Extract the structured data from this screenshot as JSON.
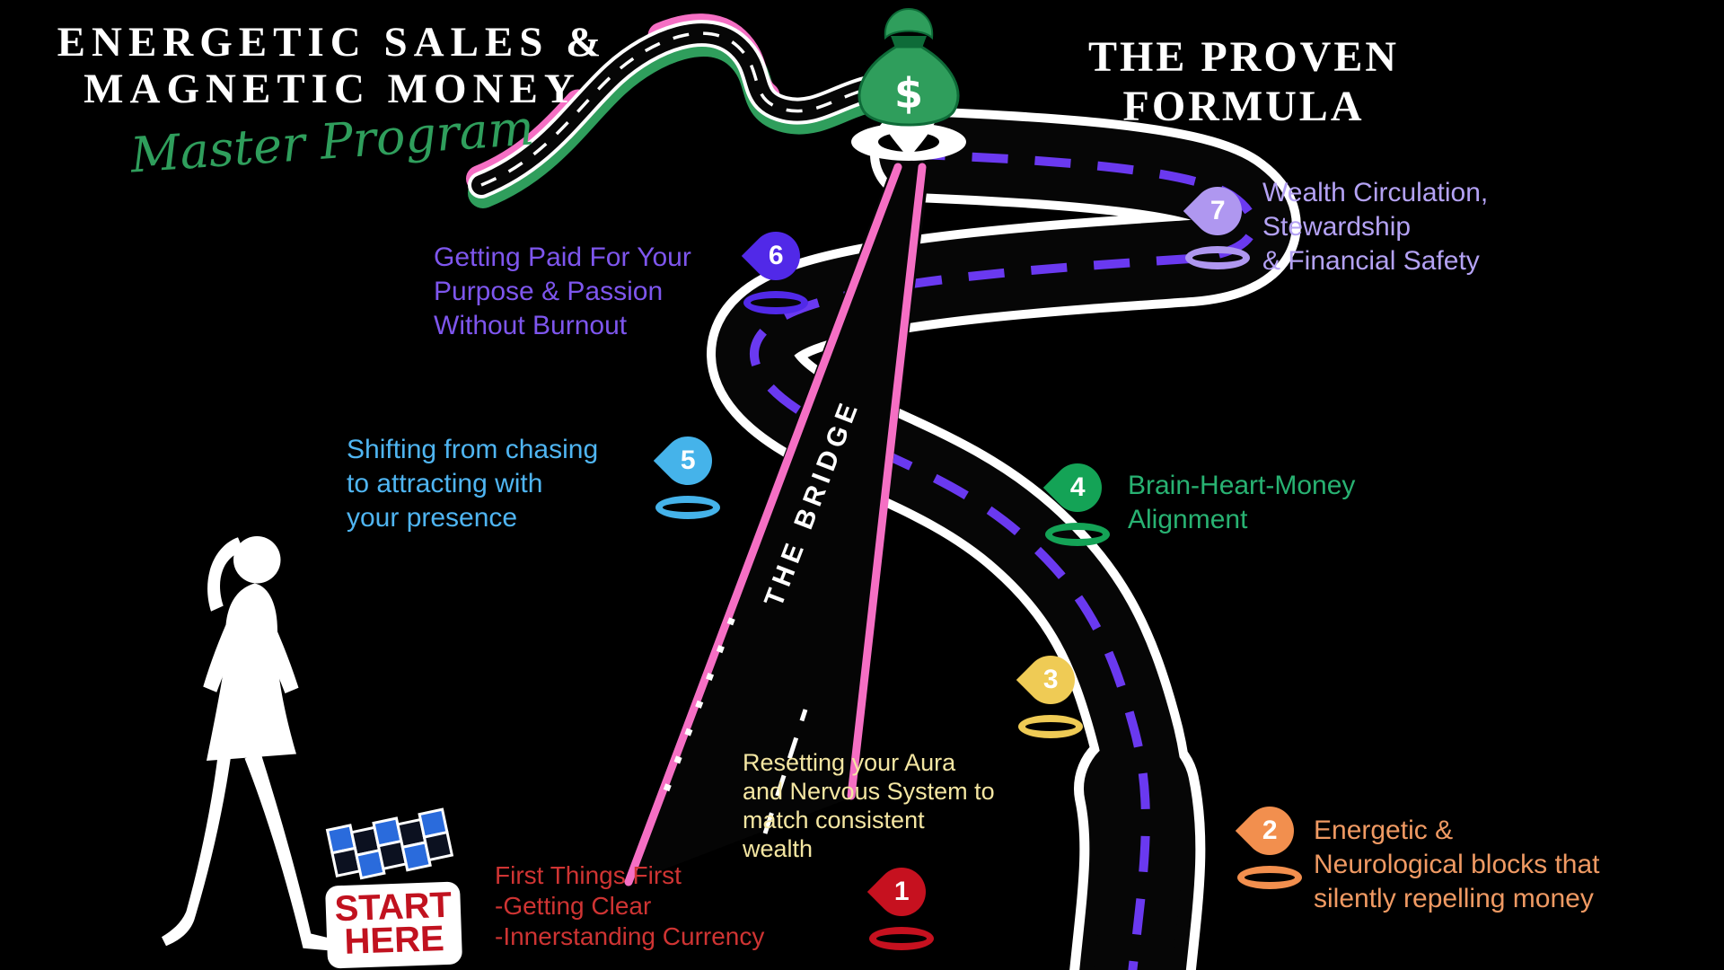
{
  "header": {
    "title_line1": "ENERGETIC SALES &",
    "title_line2": "MAGNETIC MONEY",
    "subtitle": "Master Program",
    "formula_title": "THE PROVEN FORMULA"
  },
  "bridge": {
    "label": "THE BRIDGE"
  },
  "start_badge": {
    "line1": "START",
    "line2": "HERE"
  },
  "money_bag": {
    "symbol": "$"
  },
  "milestones": [
    {
      "number": "1",
      "pin_color": "#c6111f",
      "text_color": "#cf3433",
      "lines": [
        "First Things First",
        "-Getting Clear",
        "-Innerstanding Currency"
      ]
    },
    {
      "number": "2",
      "pin_color": "#f28f4e",
      "text_color": "#f09a63",
      "lines": [
        "Energetic &",
        "Neurological blocks that",
        "silently repelling money"
      ]
    },
    {
      "number": "3",
      "pin_color": "#efcb55",
      "text_color": "#f4e6a2",
      "lines": [
        "Resetting your Aura",
        "and Nervous System to",
        "match consistent",
        "wealth"
      ]
    },
    {
      "number": "4",
      "pin_color": "#14a356",
      "text_color": "#28b272",
      "lines": [
        "Brain-Heart-Money",
        "Alignment"
      ]
    },
    {
      "number": "5",
      "pin_color": "#45b3ea",
      "text_color": "#4fb5f2",
      "lines": [
        "Shifting from chasing",
        "to attracting with",
        "your presence"
      ]
    },
    {
      "number": "6",
      "pin_color": "#5129e8",
      "text_color": "#7e56ee",
      "lines": [
        "Getting Paid For Your",
        "Purpose & Passion",
        "Without Burnout"
      ]
    },
    {
      "number": "7",
      "pin_color": "#af97f0",
      "text_color": "#b4a2f4",
      "lines": [
        "Wealth Circulation,",
        "Stewardship",
        "& Financial Safety"
      ]
    }
  ],
  "colors": {
    "background": "#000000",
    "road_surface": "#060606",
    "road_edge": "#ffffff",
    "dash_purple": "#6a39f0",
    "bridge_pink": "#f56fc4",
    "green": "#2f9e5c",
    "green_dark": "#0e6b38",
    "flag_blue": "#2a6bdc",
    "start_red": "#c1121f"
  }
}
